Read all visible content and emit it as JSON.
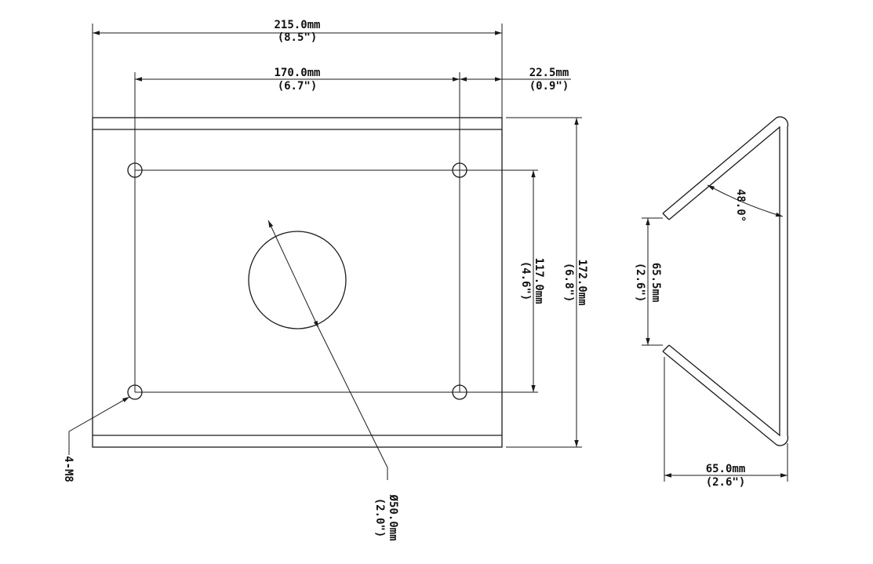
{
  "front_view": {
    "overall_width": {
      "metric": "215.0mm",
      "imperial": "(8.5\")"
    },
    "hole_spacing_width": {
      "metric": "170.0mm",
      "imperial": "(6.7\")"
    },
    "edge_offset": {
      "metric": "22.5mm",
      "imperial": "(0.9\")"
    },
    "hole_spacing_height": {
      "metric": "117.0mm",
      "imperial": "(4.6\")"
    },
    "overall_height": {
      "metric": "172.0mm",
      "imperial": "(6.8\")"
    },
    "mounting_holes": "4-M8",
    "center_hole_diameter": {
      "metric": "Ø50.0mm",
      "imperial": "(2.0\")"
    }
  },
  "side_view": {
    "angle": "48.0°",
    "gap": {
      "metric": "65.5mm",
      "imperial": "(2.6\")"
    },
    "depth": {
      "metric": "65.0mm",
      "imperial": "(2.6\")"
    }
  },
  "colors": {
    "line": "#1a1a1a",
    "background": "#ffffff"
  }
}
